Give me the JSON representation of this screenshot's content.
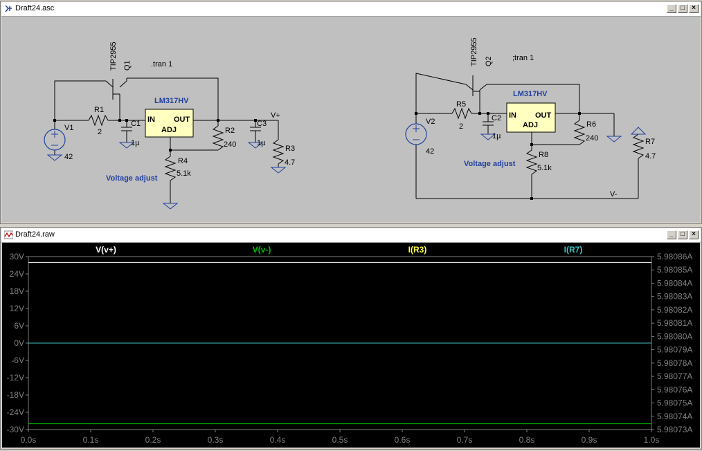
{
  "schematic_window": {
    "title": "Draft24.asc",
    "buttons": [
      "_",
      "□",
      "×"
    ],
    "labels": {
      "q1_part": "TIP2955",
      "q1_ref": "Q1",
      "tran1": ".tran 1",
      "lm1": "LM317HV",
      "in1": "IN",
      "out1": "OUT",
      "adj1": "ADJ",
      "v1": "V1",
      "v1_val": "42",
      "r1": "R1",
      "r1_val": "2",
      "c1": "C1",
      "c1_val": "1µ",
      "r2": "R2",
      "r2_val": "240",
      "c3": "C3",
      "c3_val": "1µ",
      "vplus": "V+",
      "r3": "R3",
      "r3_val": "4.7",
      "r4": "R4",
      "r4_val": "5.1k",
      "vadj1": "Voltage adjust",
      "q2_part": "TIP2955",
      "q2_ref": "Q2",
      "tran2": ";tran 1",
      "lm2": "LM317HV",
      "in2": "IN",
      "out2": "OUT",
      "adj2": "ADJ",
      "v2": "V2",
      "v2_val": "42",
      "r5": "R5",
      "r5_val": "2",
      "c2": "C2",
      "c2_val": "1µ",
      "r6": "R6",
      "r6_val": "240",
      "r7": "R7",
      "r7_val": "4.7",
      "r8": "R8",
      "r8_val": "5.1k",
      "vadj2": "Voltage adjust",
      "vminus": "V-"
    }
  },
  "plot_window": {
    "title": "Draft24.raw",
    "buttons": [
      "_",
      "□",
      "×"
    ]
  },
  "chart_data": {
    "type": "line",
    "background": "#000000",
    "series": [
      {
        "name": "V(v+)",
        "color": "#ffffff",
        "axis": "left",
        "x": [
          0,
          1
        ],
        "y": [
          28,
          28
        ]
      },
      {
        "name": "V(v-)",
        "color": "#00c000",
        "axis": "left",
        "x": [
          0,
          1
        ],
        "y": [
          -28,
          -28
        ]
      },
      {
        "name": "I(R3)",
        "color": "#ffff40",
        "axis": "right",
        "x": [
          0,
          1
        ],
        "y": [
          5.980795,
          5.980795
        ]
      },
      {
        "name": "I(R7)",
        "color": "#40c0c0",
        "axis": "right",
        "x": [
          0,
          1
        ],
        "y": [
          5.980795,
          5.980795
        ]
      }
    ],
    "x_ticks": [
      "0.0s",
      "0.1s",
      "0.2s",
      "0.3s",
      "0.4s",
      "0.5s",
      "0.6s",
      "0.7s",
      "0.8s",
      "0.9s",
      "1.0s"
    ],
    "xlim": [
      0,
      1
    ],
    "y_left_ticks": [
      "30V",
      "24V",
      "18V",
      "12V",
      "6V",
      "0V",
      "-6V",
      "-12V",
      "-18V",
      "-24V",
      "-30V"
    ],
    "y_left_lim": [
      -30,
      30
    ],
    "y_right_ticks": [
      "5.98086A",
      "5.98085A",
      "5.98084A",
      "5.98083A",
      "5.98082A",
      "5.98081A",
      "5.98080A",
      "5.98079A",
      "5.98078A",
      "5.98077A",
      "5.98076A",
      "5.98075A",
      "5.98074A",
      "5.98073A"
    ],
    "y_right_lim": [
      5.98073,
      5.98086
    ]
  }
}
